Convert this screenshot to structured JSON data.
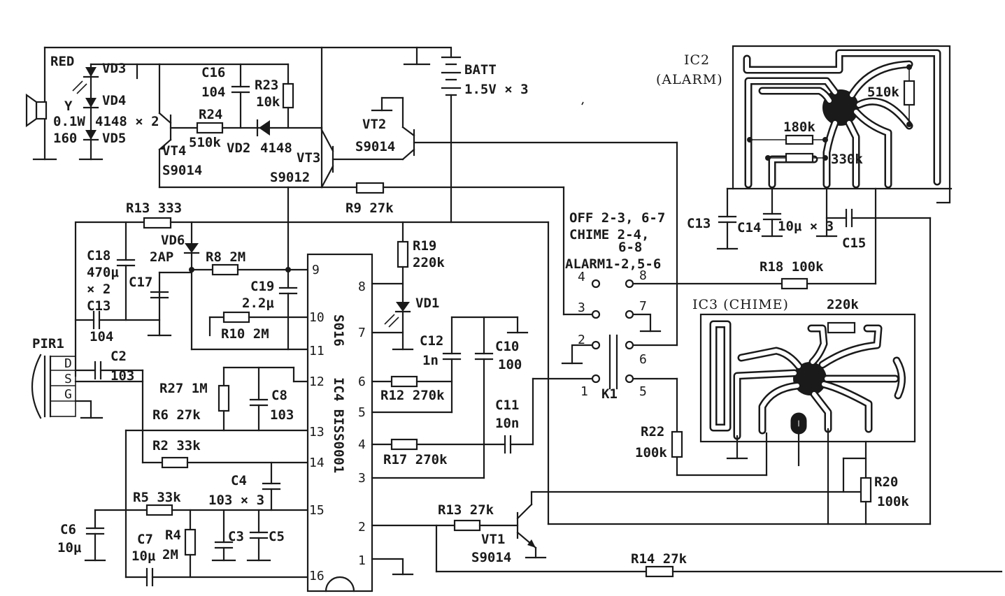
{
  "power": {
    "batt_name": "BATT",
    "batt_value": "1.5V × 3"
  },
  "speaker": {
    "y_label": "Y",
    "power": "0.1W",
    "impedance": "160"
  },
  "leds": {
    "red": "RED",
    "vd3": "VD3",
    "vd4": "VD4",
    "vd5": "VD5",
    "diode_pair": "4148 × 2",
    "vd1": "VD1"
  },
  "transistors": {
    "vt4": "VT4",
    "vt4_type": "S9014",
    "vt3": "VT3",
    "vt3_type": "S9012",
    "vt2": "VT2",
    "vt2_type": "S9014",
    "vt1": "VT1",
    "vt1_type": "S9014"
  },
  "top_section": {
    "c16": "C16",
    "c16_val": "104",
    "r23": "R23",
    "r23_val": "10k",
    "r24": "R24",
    "r24_val": "510k",
    "vd2": "VD2",
    "vd2_val": "4148"
  },
  "resistors": {
    "r9": "R9  27k",
    "r13a": "R13  333",
    "r8": "R8  2M",
    "r19": "R19",
    "r19_val": "220k",
    "r10": "R10  2M",
    "r12": "R12  270k",
    "r17": "R17  270k",
    "r27": "R27  1M",
    "r6": "R6  27k",
    "r2": "R2  33k",
    "r5": "R5  33k",
    "r4": "R4",
    "r4_val": "2M",
    "r13b": "R13  27k",
    "r14": "R14  27k",
    "r22": "R22",
    "r22_val": "100k",
    "r20": "R20",
    "r20_val": "100k",
    "r18": "R18  100k"
  },
  "capacitors": {
    "c18": "C18",
    "c18_val": "470μ",
    "c18_mult": "× 2",
    "c17": "C17",
    "c13a": "C13",
    "c13a_val": "104",
    "c19": "C19",
    "c19_val": "2.2μ",
    "c2": "C2",
    "c2_val": "103",
    "c8": "C8",
    "c8_val": "103",
    "c4": "C4",
    "c4_val": "103 × 3",
    "c3": "C3",
    "c5": "C5",
    "c6": "C6",
    "c6_val": "10μ",
    "c7": "C7",
    "c7_val": "10μ",
    "c12": "C12",
    "c12_val": "1n",
    "c10": "C10",
    "c10_val": "100",
    "c11": "C11",
    "c11_val": "10n",
    "c13b": "C13",
    "c14": "C14",
    "c14_val": "10μ × 3",
    "c15": "C15"
  },
  "vd6": {
    "name": "VD6",
    "type": "2AP"
  },
  "pir": {
    "name": "PIR1",
    "d": "D",
    "s": "S",
    "g": "G"
  },
  "ic4": {
    "name": "IC4  BISS0001",
    "code": "S016",
    "pins_left": [
      "9",
      "10",
      "11",
      "12",
      "13",
      "14",
      "15",
      "16"
    ],
    "pins_right": [
      "8",
      "7",
      "6",
      "5",
      "4",
      "3",
      "2",
      "1"
    ]
  },
  "switch": {
    "name": "K1",
    "modes": [
      "OFF 2-3, 6-7",
      "CHIME 2-4,",
      "6-8",
      "ALARM1-2,5-6"
    ],
    "contacts": [
      "4",
      "8",
      "3",
      "7",
      "2",
      "6",
      "1",
      "5"
    ]
  },
  "ic2": {
    "name": "IC2",
    "sub": "(ALARM)",
    "r1": "510k",
    "r2": "180k",
    "r3": "330k"
  },
  "ic3": {
    "name": "IC3 (CHIME)",
    "r1": "220k"
  }
}
